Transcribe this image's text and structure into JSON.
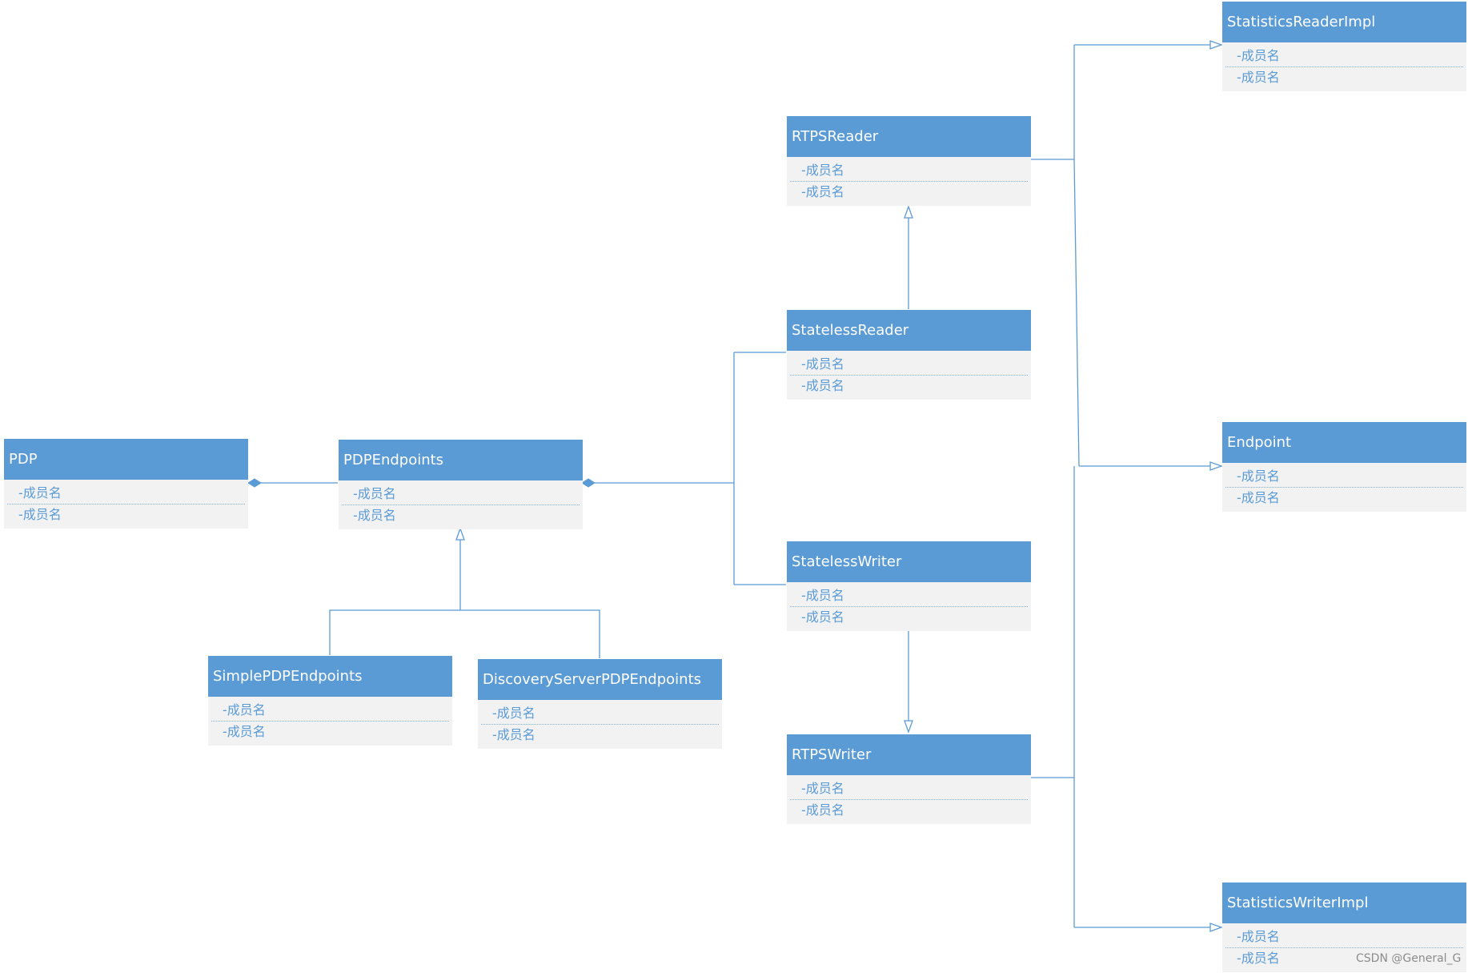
{
  "colors": {
    "header": "#5b9bd5",
    "body": "#f2f2f2",
    "line": "#5b9bd5",
    "member_text": "#5b9bd5"
  },
  "classes": {
    "pdp": {
      "name": "PDP",
      "members": [
        "-成员名",
        "-成员名"
      ]
    },
    "pdp_endpoints": {
      "name": "PDPEndpoints",
      "members": [
        "-成员名",
        "-成员名"
      ]
    },
    "simple_pdp_endpoints": {
      "name": "SimplePDPEndpoints",
      "members": [
        "-成员名",
        "-成员名"
      ]
    },
    "discovery_server_pdp_endpoints": {
      "name": "DiscoveryServerPDPEndpoints",
      "members": [
        "-成员名",
        "-成员名"
      ]
    },
    "rtps_reader": {
      "name": "RTPSReader",
      "members": [
        "-成员名",
        "-成员名"
      ]
    },
    "stateless_reader": {
      "name": "StatelessReader",
      "members": [
        "-成员名",
        "-成员名"
      ]
    },
    "stateless_writer": {
      "name": "StatelessWriter",
      "members": [
        "-成员名",
        "-成员名"
      ]
    },
    "rtps_writer": {
      "name": "RTPSWriter",
      "members": [
        "-成员名",
        "-成员名"
      ]
    },
    "statistics_reader_impl": {
      "name": "StatisticsReaderImpl",
      "members": [
        "-成员名",
        "-成员名"
      ]
    },
    "endpoint": {
      "name": "Endpoint",
      "members": [
        "-成员名",
        "-成员名"
      ]
    },
    "statistics_writer_impl": {
      "name": "StatisticsWriterImpl",
      "members": [
        "-成员名",
        "-成员名"
      ]
    }
  },
  "relations": [
    {
      "from": "PDP",
      "to": "PDPEndpoints",
      "type": "composition"
    },
    {
      "from": "PDPEndpoints",
      "to": "StatelessReader",
      "type": "composition"
    },
    {
      "from": "PDPEndpoints",
      "to": "StatelessWriter",
      "type": "composition"
    },
    {
      "from": "SimplePDPEndpoints",
      "to": "PDPEndpoints",
      "type": "inheritance"
    },
    {
      "from": "DiscoveryServerPDPEndpoints",
      "to": "PDPEndpoints",
      "type": "inheritance"
    },
    {
      "from": "StatelessReader",
      "to": "RTPSReader",
      "type": "inheritance"
    },
    {
      "from": "StatelessWriter",
      "to": "RTPSWriter",
      "type": "inheritance"
    },
    {
      "from": "RTPSReader",
      "to": "StatisticsReaderImpl",
      "type": "inheritance"
    },
    {
      "from": "RTPSReader",
      "to": "Endpoint",
      "type": "inheritance"
    },
    {
      "from": "RTPSWriter",
      "to": "Endpoint",
      "type": "inheritance"
    },
    {
      "from": "RTPSWriter",
      "to": "StatisticsWriterImpl",
      "type": "inheritance"
    }
  ],
  "watermark": "CSDN @General_G"
}
